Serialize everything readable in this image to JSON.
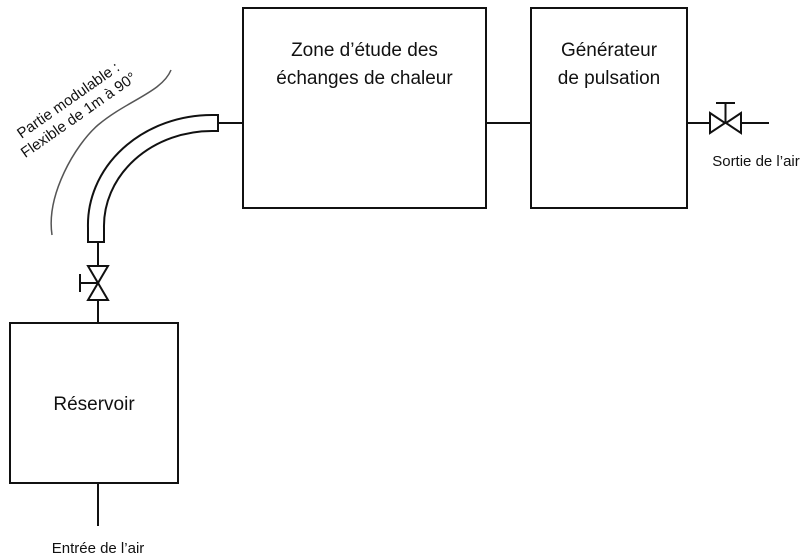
{
  "diagram": {
    "boxes": {
      "zone": {
        "lines": [
          "Zone d’étude des",
          "échanges de chaleur"
        ]
      },
      "generator": {
        "lines": [
          "Générateur",
          "de pulsation"
        ]
      },
      "reservoir": {
        "label": "Réservoir"
      }
    },
    "labels": {
      "outlet": "Sortie de l’air",
      "inlet": "Entrée de l’air",
      "flexible_line1": "Partie modulable :",
      "flexible_line2": "Flexible de 1m à 90°"
    },
    "colors": {
      "stroke": "#111111",
      "fill": "#ffffff",
      "annotation": "#555555"
    }
  }
}
